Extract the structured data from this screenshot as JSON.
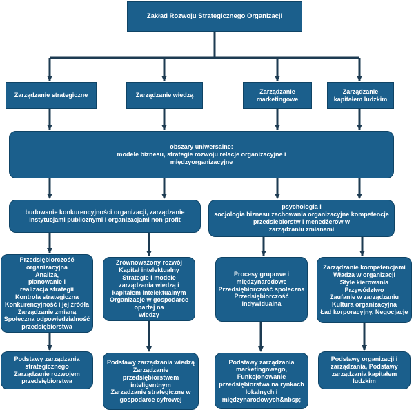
{
  "colors": {
    "box_fill": "#1b5f8c",
    "box_border": "#0f4466",
    "box_text": "#ffffff",
    "connector": "#1d3b52"
  },
  "root": {
    "label": "Zakład Rozwoju Strategicznego Organizacji"
  },
  "level1": [
    {
      "label": "Zarządzanie strategiczne"
    },
    {
      "label": "Zarządzanie wiedzą"
    },
    {
      "label": "Zarządzanie\nmarketingowe"
    },
    {
      "label": "Zarządzanie\nkapitałem ludzkim"
    }
  ],
  "universal": {
    "label": "obszary uniwersalne:\nmodele biznesu, strategie rozwoju relacje organizacyjne i\nmiędzyorganizacyjne"
  },
  "level3": [
    {
      "label": "budowanie konkurencyjności organizacji, zarządzanie\ninstytucjami publicznymi i organizacjami non-profit"
    },
    {
      "label": "psychologia i\nsocjologia biznesu zachowania organizacyjne kompetencje\nprzedsiębiorstw i menedżerów w\nzarządzaniu zmianami"
    }
  ],
  "topics": [
    {
      "label": "Przedsiębiorczość\norganizacyjna\nAnaliza,\nplanowanie i\nrealizacja strategii\nKontrola strategiczna\nKonkurencyjność i jej źródła\nZarządzanie zmianą\nSpołeczna odpowiedzialność\nprzedsiębiorstwa"
    },
    {
      "label": "Zrównoważony rozwój\nKapitał intelektualny\nStrategie i modele\nzarządzania wiedzą i\nkapitałem intelektualnym\nOrganizacje w gospodarce\nopartej na\nwiedzy"
    },
    {
      "label": "Procesy grupowe i\nmiędzynarodowe\nPrzedsiębiorczość społeczna\nPrzedsiębiorczość\nindywidualna"
    },
    {
      "label": "Zarządzanie kompetencjami\nWładza w organizacji\nStyle kierowania\nPrzywództwo\nZaufanie w zarządzaniu\nKultura organizacyjna\nŁad korporacyjny, Negocjacje"
    }
  ],
  "basics": [
    {
      "label": "Podstawy zarządzania\nstrategicznego\nZarządzanie rozwojem\nprzedsiębiorstwa"
    },
    {
      "label": "Podstawy zarządzania wiedzą\nZarządzanie\nprzedsiębiorstwem\ninteligentnym\nZarządzanie strategiczne w\ngospodarce cyfrowej"
    },
    {
      "label": "Podstawy zarządzania\nmarketingowego,\nFunkcjonowanie\nprzedsiębiorstwa na rynkach\nlokalnych i\nmiędzynarodowych&nbsp;"
    },
    {
      "label": "Podstawy organizacji i\nzarządzania, Podstawy\nzarządzania kapitałem\nludzkim"
    }
  ]
}
